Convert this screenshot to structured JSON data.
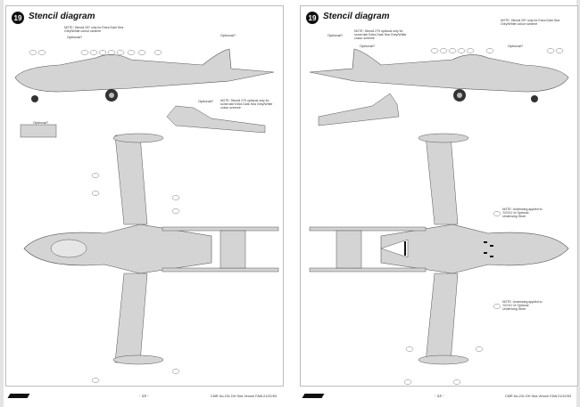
{
  "pages": [
    {
      "step_number": "19",
      "title": "Stencil diagram",
      "notes": [
        "NOTE: Stencil 297 only for Extra Dark Sea Grey/White colour scheme",
        "NOTE: Stencil 279 optional only for some late Extra Dark Sea Grey/White colour scheme"
      ],
      "optional_labels": [
        "Optional?",
        "Optional?",
        "Optional?",
        "Optional?"
      ],
      "page_number": "- 13 -",
      "footer": "CMR No.231 DH Sea Venom FAW.21/22/53"
    },
    {
      "step_number": "19",
      "title": "Stencil diagram",
      "notes": [
        "NOTE: Stencil 279 optional only for some late Extra Dark Sea Grey/White colour scheme",
        "NOTE: Stencil 297 only for Extra Dark Sea Grey/White colour scheme",
        "NOTE: Underwing applied to 'XG/XJ' of Optional Underwing Store",
        "NOTE: Underwing applied to 'XG/XJ' of Optional Underwing Store"
      ],
      "optional_labels": [
        "Optional?",
        "Optional?",
        "Optional?"
      ],
      "page_number": "- 14 -",
      "footer": "CMR No.231 DH Sea Venom FAW.21/22/53"
    }
  ],
  "colors": {
    "aircraft_fill": "#d4d4d4",
    "line": "#555555",
    "marker": "#111111"
  }
}
